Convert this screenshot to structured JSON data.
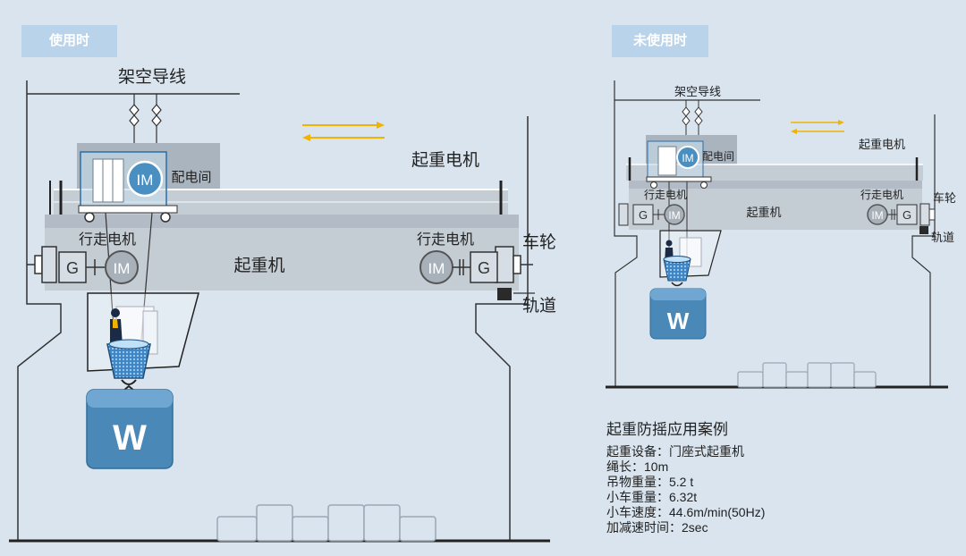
{
  "left_panel": {
    "tag": "使用时",
    "overhead_line": "架空导线",
    "power_room": "配电间",
    "hoist_motor": "起重电机",
    "travel_motor_left": "行走电机",
    "travel_motor_right": "行走电机",
    "crane": "起重机",
    "wheel": "车轮",
    "rail": "轨道",
    "motor_label": "IM",
    "generator_label": "G",
    "load_label": "W"
  },
  "right_panel": {
    "tag": "未使用时",
    "overhead_line": "架空导线",
    "power_room": "配电间",
    "hoist_motor": "起重电机",
    "travel_motor_left": "行走电机",
    "travel_motor_right": "行走电机",
    "crane": "起重机",
    "wheel": "车轮",
    "rail": "轨道",
    "motor_label": "IM",
    "generator_label": "G",
    "load_label": "W"
  },
  "case_study": {
    "title": "起重防摇应用案例",
    "lines": [
      "起重设备：门座式起重机",
      "绳长：10m",
      "吊物重量：5.2 t",
      "小车重量：6.32t",
      "小车速度：44.6m/min(50Hz)",
      "加减速时间：2sec"
    ]
  },
  "colors": {
    "background": "#d9e4ee",
    "tag": "#b9d3ea",
    "beam": "#c4ccd4",
    "motor": "#4a8fc2",
    "load": "#4a88b8",
    "arrow": "#f0b400"
  }
}
